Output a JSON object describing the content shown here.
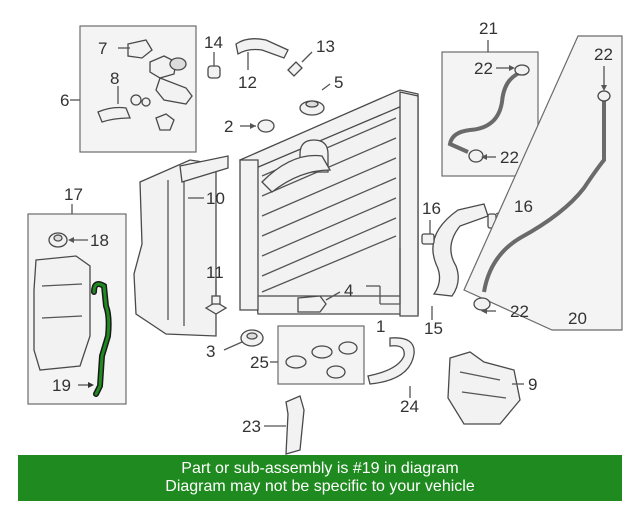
{
  "callouts": {
    "c1": "1",
    "c2": "2",
    "c3": "3",
    "c4": "4",
    "c5": "5",
    "c6": "6",
    "c7": "7",
    "c8": "8",
    "c9": "9",
    "c10": "10",
    "c11": "11",
    "c12": "12",
    "c13": "13",
    "c14": "14",
    "c15": "15",
    "c16a": "16",
    "c16b": "16",
    "c17": "17",
    "c18": "18",
    "c19": "19",
    "c20": "20",
    "c21": "21",
    "c22a": "22",
    "c22b": "22",
    "c22c": "22",
    "c22d": "22",
    "c23": "23",
    "c24": "24",
    "c25": "25"
  },
  "highlight": {
    "part_number": "19",
    "color": "#1f8a1f"
  },
  "banner": {
    "line1": "Part or sub-assembly is #19 in diagram",
    "line2": "Diagram may not be specific to your vehicle",
    "background": "#1f8a1f"
  }
}
